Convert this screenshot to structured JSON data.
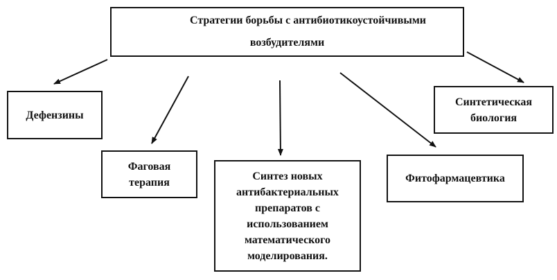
{
  "title": {
    "lines": [
      "Стратегии борьбы с антибиотикоустойчивыми",
      "возбудителями"
    ]
  },
  "nodes": {
    "defensins": {
      "lines": [
        "Дефензины"
      ]
    },
    "phage": {
      "lines": [
        "Фаговая",
        "терапия"
      ]
    },
    "synthesis": {
      "lines": [
        "Синтез новых",
        "антибактериальных",
        "препаратов с",
        "использованием",
        "математического",
        "моделирования."
      ]
    },
    "phyto": {
      "lines": [
        "Фитофармацевтика"
      ]
    },
    "synbio": {
      "lines": [
        "Синтетическая",
        "биология"
      ]
    }
  },
  "colors": {
    "line": "#111111",
    "background": "#ffffff"
  }
}
